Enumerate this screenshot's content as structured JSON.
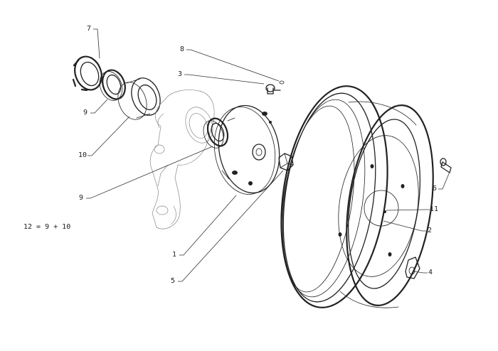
{
  "formula": "12 = 9 + 10",
  "callouts": [
    {
      "id": "7",
      "text": "7"
    },
    {
      "id": "8",
      "text": "8"
    },
    {
      "id": "3",
      "text": "3"
    },
    {
      "id": "9a",
      "text": "9"
    },
    {
      "id": "10",
      "text": "10"
    },
    {
      "id": "9b",
      "text": "9"
    },
    {
      "id": "6",
      "text": "6"
    },
    {
      "id": "11",
      "text": "11"
    },
    {
      "id": "2",
      "text": "2"
    },
    {
      "id": "1",
      "text": "1"
    },
    {
      "id": "5",
      "text": "5"
    },
    {
      "id": "4",
      "text": "4"
    }
  ]
}
